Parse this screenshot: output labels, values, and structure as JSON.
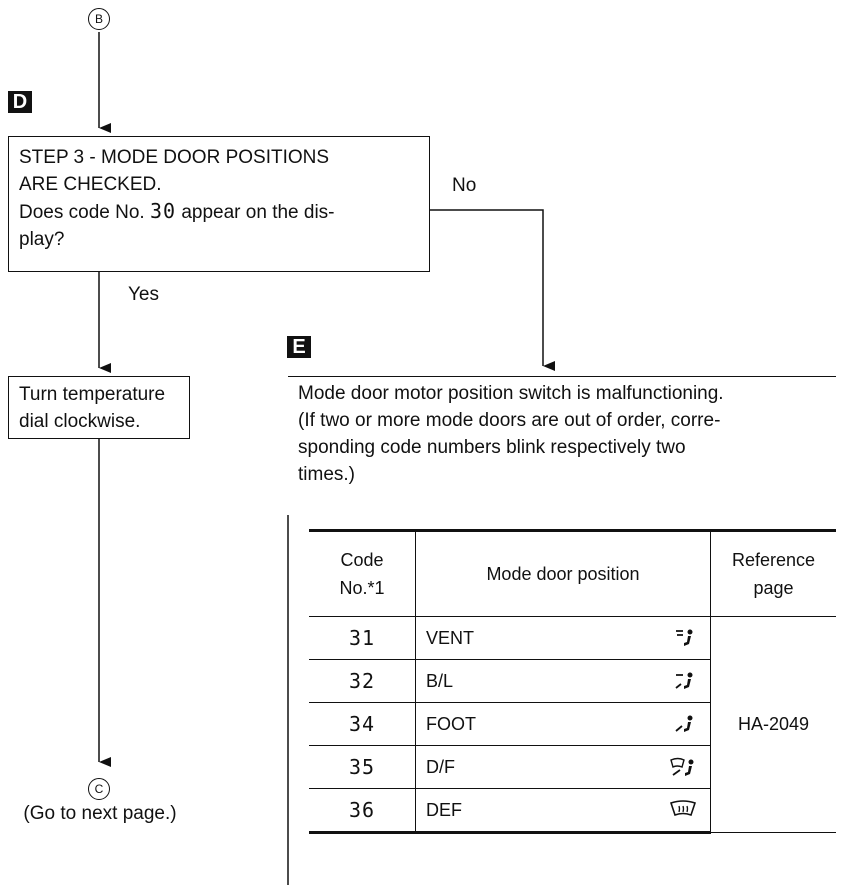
{
  "connector_top": "B",
  "connector_bottom": "C",
  "next_page_note": "(Go to next page.)",
  "marker_d": "D",
  "marker_e": "E",
  "step_box": {
    "line1": "STEP 3 - MODE DOOR POSITIONS",
    "line2": "ARE CHECKED.",
    "line3_pre": "Does code No.",
    "code": "30",
    "line3_post": "appear on the dis-",
    "line4": "play?"
  },
  "label_no": "No",
  "label_yes": "Yes",
  "action_box": {
    "line1": "Turn temperature",
    "line2": "dial clockwise."
  },
  "malfunction_box": {
    "line1": "Mode door motor position switch is malfunctioning.",
    "line2": "(If two or more mode doors are out of order, corre-",
    "line3": "sponding code numbers blink respectively two",
    "line4": "times.)"
  },
  "table": {
    "header_code_1": "Code",
    "header_code_2": "No.*1",
    "header_position": "Mode door position",
    "header_ref_1": "Reference",
    "header_ref_2": "page",
    "rows": [
      {
        "code": "31",
        "position": "VENT",
        "icon": "vent-mode-icon"
      },
      {
        "code": "32",
        "position": "B/L",
        "icon": "bilevel-mode-icon"
      },
      {
        "code": "34",
        "position": "FOOT",
        "icon": "foot-mode-icon"
      },
      {
        "code": "35",
        "position": "D/F",
        "icon": "def-foot-mode-icon"
      },
      {
        "code": "36",
        "position": "DEF",
        "icon": "defrost-mode-icon"
      }
    ],
    "reference": "HA-2049"
  }
}
